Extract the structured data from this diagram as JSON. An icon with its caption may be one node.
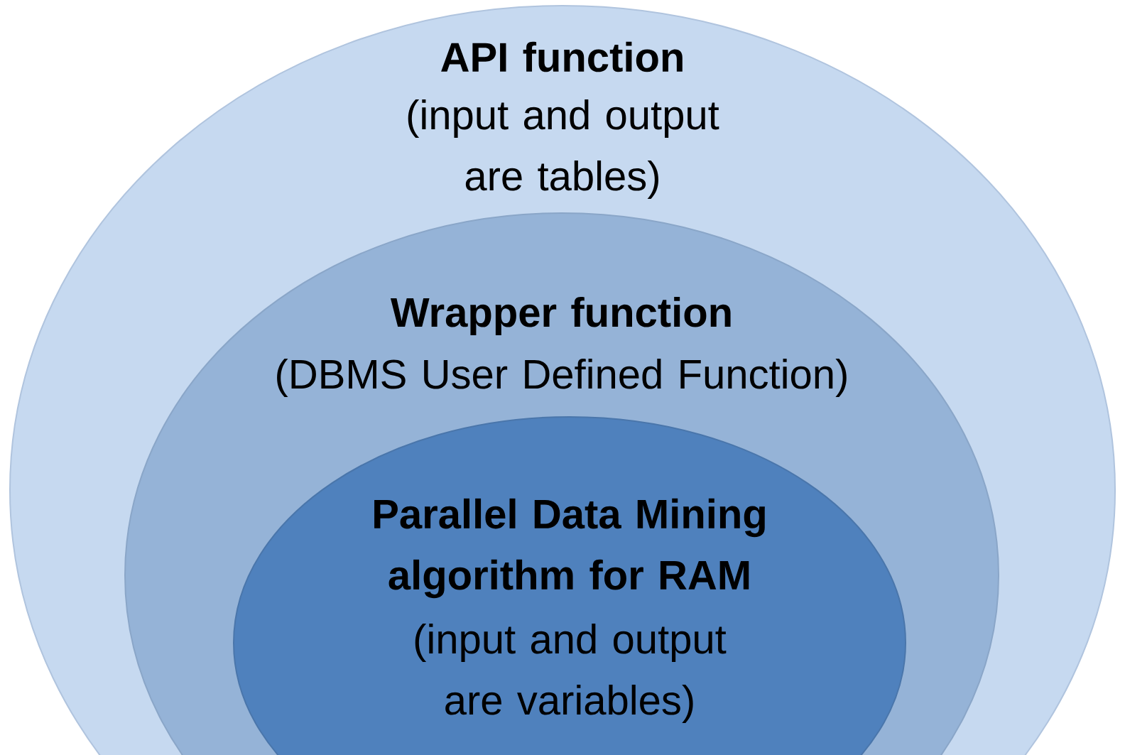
{
  "diagram": {
    "nodes": [
      {
        "text": [
          "API function",
          "(input and output are tables)"
        ]
      },
      {
        "text": [
          "Wrapper function",
          "(DBMS User Defined Function)"
        ],
        "in": 0
      },
      {
        "text": [
          "Parallel Data Mining algorithm for RAM",
          "(input and output are variables)"
        ],
        "in": 1
      }
    ]
  }
}
